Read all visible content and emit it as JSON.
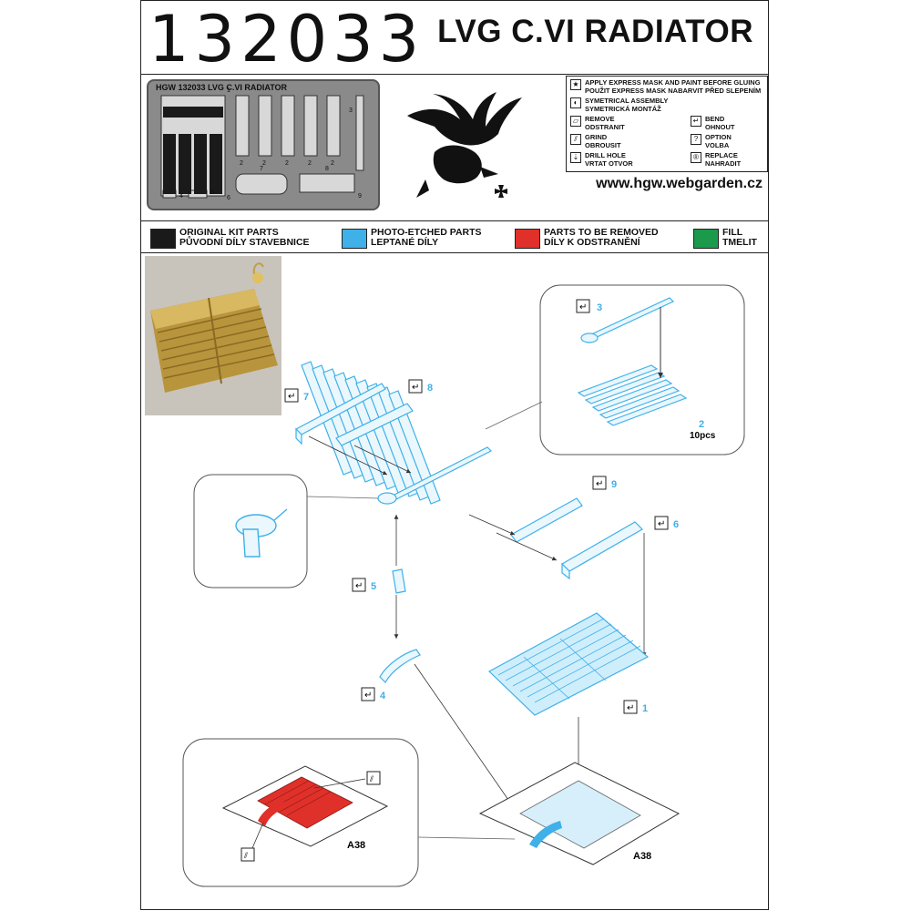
{
  "header": {
    "code": "132033",
    "title": "LVG C.VI RADIATOR"
  },
  "fret": {
    "label": "HGW 132033 LVG C.VI RADIATOR",
    "numbers": [
      "1",
      "2",
      "2",
      "2",
      "2",
      "2",
      "3",
      "4",
      "5",
      "6",
      "7",
      "8",
      "9"
    ]
  },
  "legend": {
    "items": [
      {
        "icon": "star-icon",
        "text1": "APPLY EXPRESS MASK AND PAINT BEFORE GLUING",
        "text2": "POUŽIT EXPRESS MASK NABARVIT PŘED SLEPENÍM"
      },
      {
        "icon": "symmetry-icon",
        "text1": "SYMETRICAL ASSEMBLY",
        "text2": "SYMETRICKÁ MONTÁŽ"
      },
      {
        "icon": "remove-icon",
        "text1": "REMOVE",
        "text2": "ODSTRANIT"
      },
      {
        "icon": "bend-icon",
        "text1": "BEND",
        "text2": "OHNOUT"
      },
      {
        "icon": "grind-icon",
        "text1": "GRIND",
        "text2": "OBROUSIT"
      },
      {
        "icon": "option-icon",
        "text1": "OPTION",
        "text2": "VOLBA"
      },
      {
        "icon": "drill-icon",
        "text1": "DRILL HOLE",
        "text2": "VRTAT OTVOR"
      },
      {
        "icon": "replace-icon",
        "text1": "REPLACE",
        "text2": "NAHRADIT"
      }
    ]
  },
  "website": "www.hgw.webgarden.cz",
  "color_key": [
    {
      "color": "#1a1a1a",
      "text1": "ORIGINAL KIT PARTS",
      "text2": "PŮVODNÍ DÍLY STAVEBNICE"
    },
    {
      "color": "#3fb0e8",
      "text1": "PHOTO-ETCHED PARTS",
      "text2": "LEPTANÉ DÍLY"
    },
    {
      "color": "#e0302a",
      "text1": "PARTS TO BE REMOVED",
      "text2": "DÍLY K ODSTRANĚNÍ"
    },
    {
      "color": "#1a9a4a",
      "text1": "FILL",
      "text2": "TMELIT"
    }
  ],
  "callouts": {
    "p1": "1",
    "p2": "2",
    "p2qty": "10pcs",
    "p3": "3",
    "p4": "4",
    "p5": "5",
    "p6": "6",
    "p7": "7",
    "p8": "8",
    "p9": "9",
    "a38_left": "A38",
    "a38_right": "A38"
  },
  "colors": {
    "pe_blue": "#3fb0e8",
    "remove_red": "#e0302a"
  }
}
